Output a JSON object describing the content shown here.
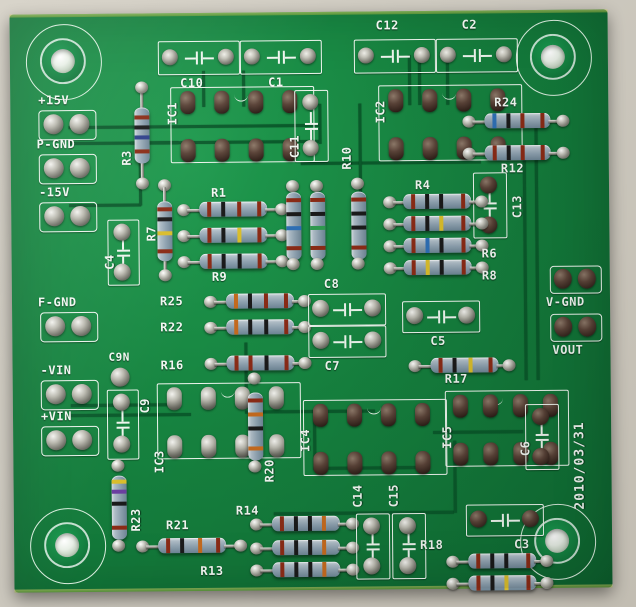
{
  "scene": {
    "description": "Photograph of a green printed circuit board with through-hole resistors, capacitor footprints and DIP IC sockets",
    "board_color": "#16823f",
    "silkscreen_color": "#f2f7f2",
    "background_color": "#cdc9bf",
    "date_stamp": "2010/03/31"
  },
  "connectors": [
    {
      "label": "+15V"
    },
    {
      "label": "P-GND"
    },
    {
      "label": "-15V"
    },
    {
      "label": "F-GND"
    },
    {
      "label": "-VIN"
    },
    {
      "label": "+VIN"
    },
    {
      "label": "V-GND"
    },
    {
      "label": "VOUT"
    }
  ],
  "ics": [
    {
      "label": "IC1"
    },
    {
      "label": "IC2"
    },
    {
      "label": "IC3"
    },
    {
      "label": "IC4"
    },
    {
      "label": "IC5"
    }
  ],
  "capacitors": [
    {
      "label": "C1"
    },
    {
      "label": "C2"
    },
    {
      "label": "C3"
    },
    {
      "label": "C4"
    },
    {
      "label": "C5"
    },
    {
      "label": "C6"
    },
    {
      "label": "C7"
    },
    {
      "label": "C8"
    },
    {
      "label": "C9"
    },
    {
      "label": "C9N"
    },
    {
      "label": "C10"
    },
    {
      "label": "C11"
    },
    {
      "label": "C12"
    },
    {
      "label": "C13"
    },
    {
      "label": "C14"
    },
    {
      "label": "C15"
    }
  ],
  "resistors": [
    {
      "label": "R1"
    },
    {
      "label": "R3"
    },
    {
      "label": "R4"
    },
    {
      "label": "R6"
    },
    {
      "label": "R7"
    },
    {
      "label": "R8"
    },
    {
      "label": "R9"
    },
    {
      "label": "R10"
    },
    {
      "label": "R12"
    },
    {
      "label": "R13"
    },
    {
      "label": "R14"
    },
    {
      "label": "R16"
    },
    {
      "label": "R17"
    },
    {
      "label": "R18"
    },
    {
      "label": "R20"
    },
    {
      "label": "R21"
    },
    {
      "label": "R22"
    },
    {
      "label": "R23"
    },
    {
      "label": "R24"
    },
    {
      "label": "R25"
    }
  ]
}
